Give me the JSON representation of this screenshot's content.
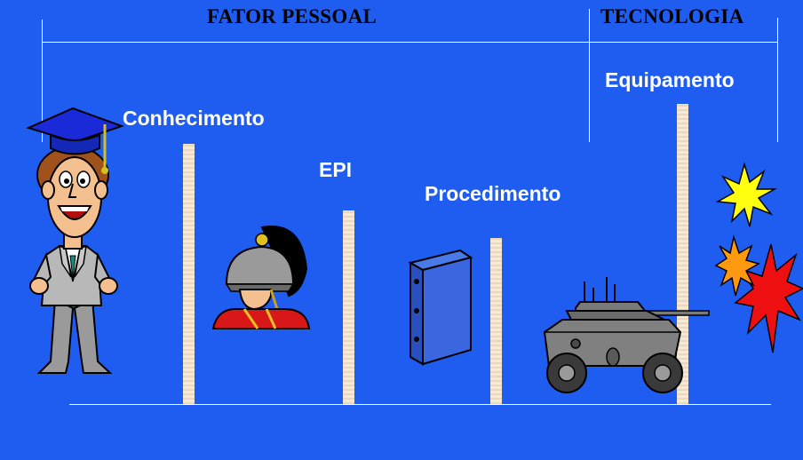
{
  "headers": {
    "fator_pessoal": "FATOR PESSOAL",
    "tecnologia": "TECNOLOGIA"
  },
  "labels": {
    "conhecimento": "Conhecimento",
    "epi": "EPI",
    "procedimento": "Procedimento",
    "equipamento": "Equipamento"
  },
  "colors": {
    "background": "#1f5cf0",
    "bar": "#f6ead6",
    "line": "#ffffff"
  },
  "icons": [
    "graduate-man-icon",
    "helmet-soldier-icon",
    "binder-icon",
    "armored-vehicle-icon",
    "explosion-icon"
  ]
}
